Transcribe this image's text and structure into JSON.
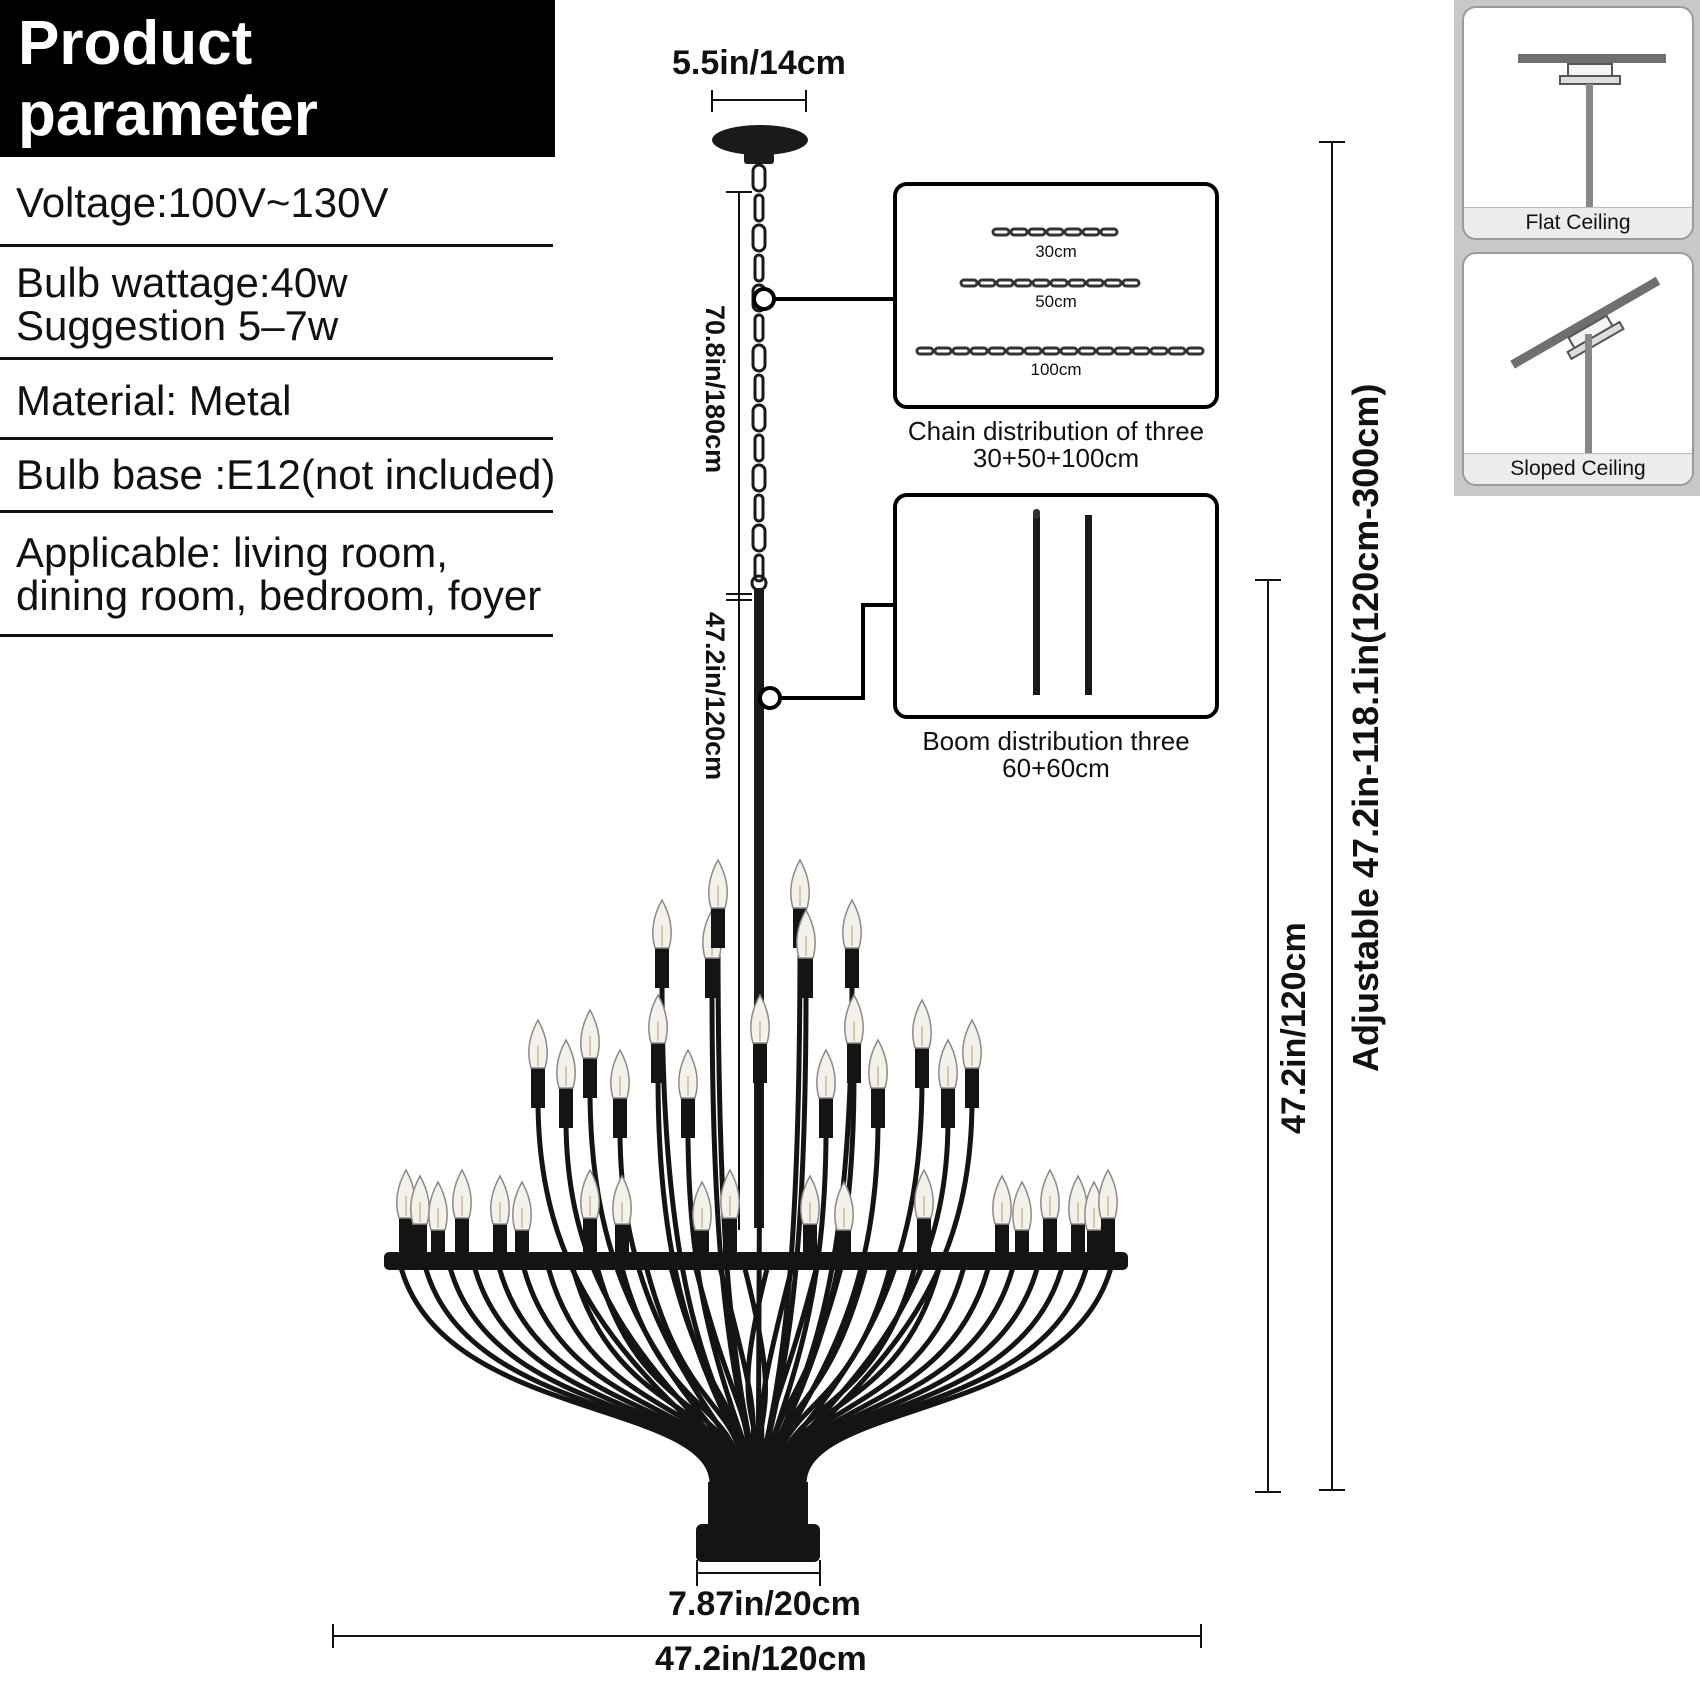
{
  "header": {
    "title": "Product parameter"
  },
  "parameters": [
    {
      "lines": [
        "Voltage:100V~130V"
      ]
    },
    {
      "lines": [
        "Bulb wattage:40w",
        "Suggestion 5–7w"
      ]
    },
    {
      "lines": [
        "Material: Metal"
      ]
    },
    {
      "lines": [
        "Bulb base :E12(not included)"
      ]
    },
    {
      "lines": [
        "Applicable: living room,",
        "dining room, bedroom, foyer"
      ]
    }
  ],
  "dimensions": {
    "canopy_width": "5.5in/14cm",
    "chain_length": "70.8in/180cm",
    "boom_length": "47.2in/120cm",
    "bottom_width": "7.87in/20cm",
    "overall_width": "47.2in/120cm",
    "body_height": "47.2in/120cm",
    "adjustable_height": "Adjustable 47.2in-118.1in(120cm-300cm)"
  },
  "chain_detail": {
    "lengths": [
      "30cm",
      "50cm",
      "100cm"
    ],
    "caption_line1": "Chain distribution of three",
    "caption_line2": "30+50+100cm"
  },
  "boom_detail": {
    "caption_line1": "Boom distribution three",
    "caption_line2": "60+60cm"
  },
  "ceiling_types": [
    {
      "label": "Flat Ceiling",
      "icon": "flat-ceiling-icon"
    },
    {
      "label": "Sloped Ceiling",
      "icon": "sloped-ceiling-icon"
    }
  ],
  "colors": {
    "fixture": "#141414",
    "panel_bg": "#c8c8c8"
  }
}
